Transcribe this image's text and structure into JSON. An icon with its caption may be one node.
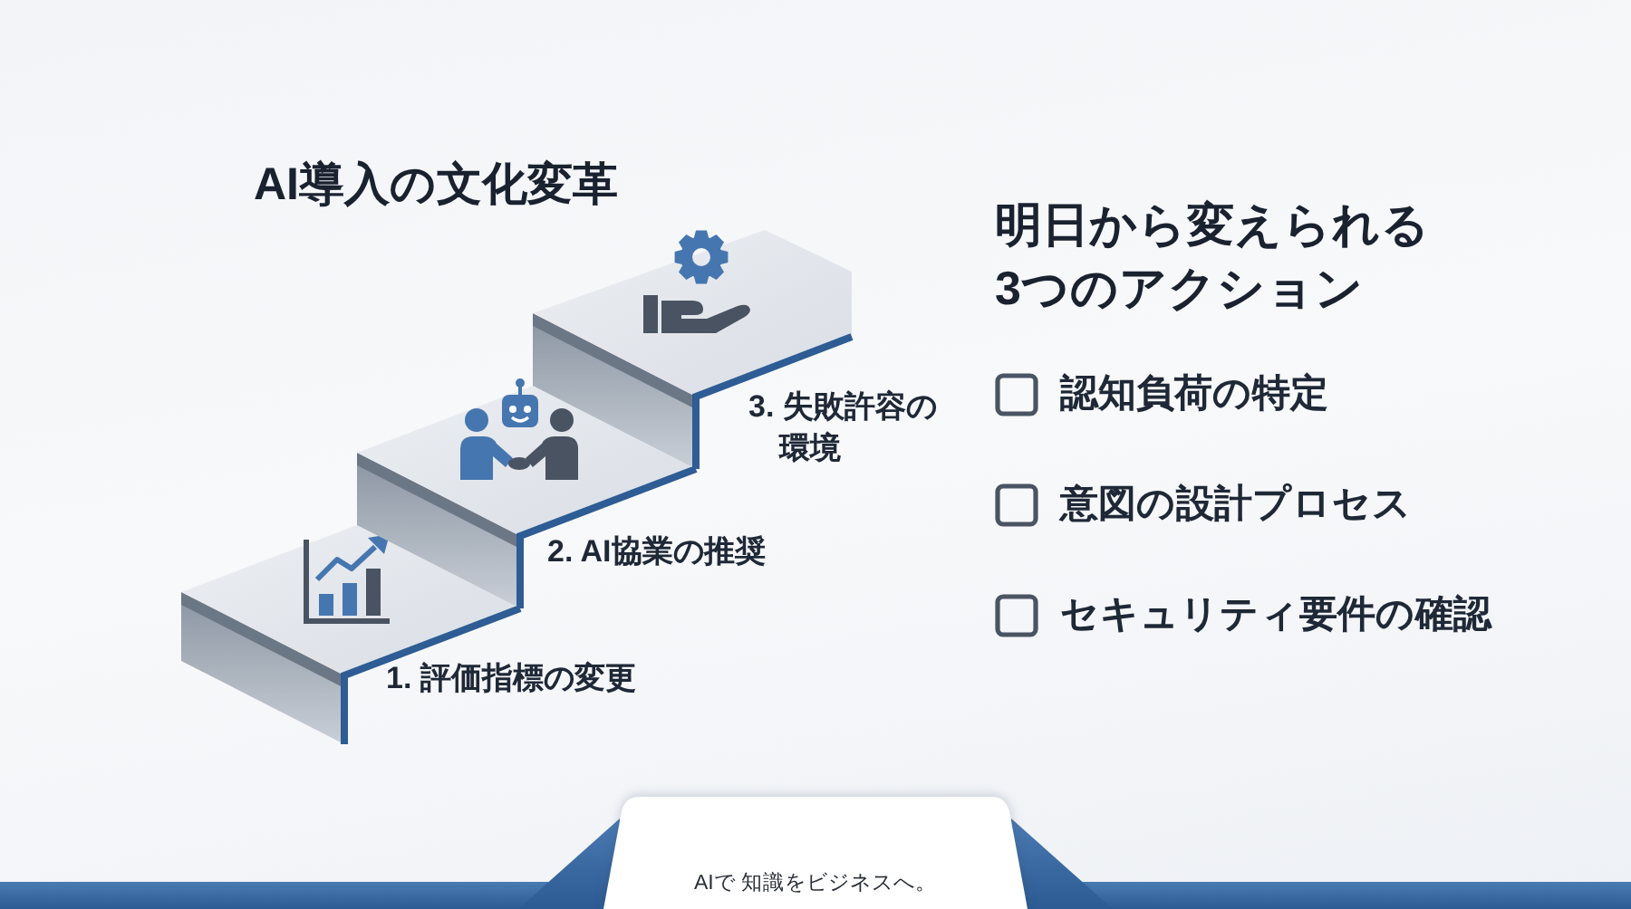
{
  "diagram": {
    "title": "AI導入の文化変革",
    "nodes": [
      {
        "text": [
          "1. 評価指標の変更"
        ]
      },
      {
        "text": [
          "2. AI協業の推奨"
        ]
      },
      {
        "text": [
          "3. 失敗許容の環境"
        ]
      },
      {
        "text": [
          "AIで 知識をビジネスへ。"
        ]
      }
    ],
    "labels": [
      "明日から変えられる3つのアクション",
      "認知負荷の特定",
      "意図の設計プロセス",
      "セキュリティ要件の確認"
    ]
  }
}
